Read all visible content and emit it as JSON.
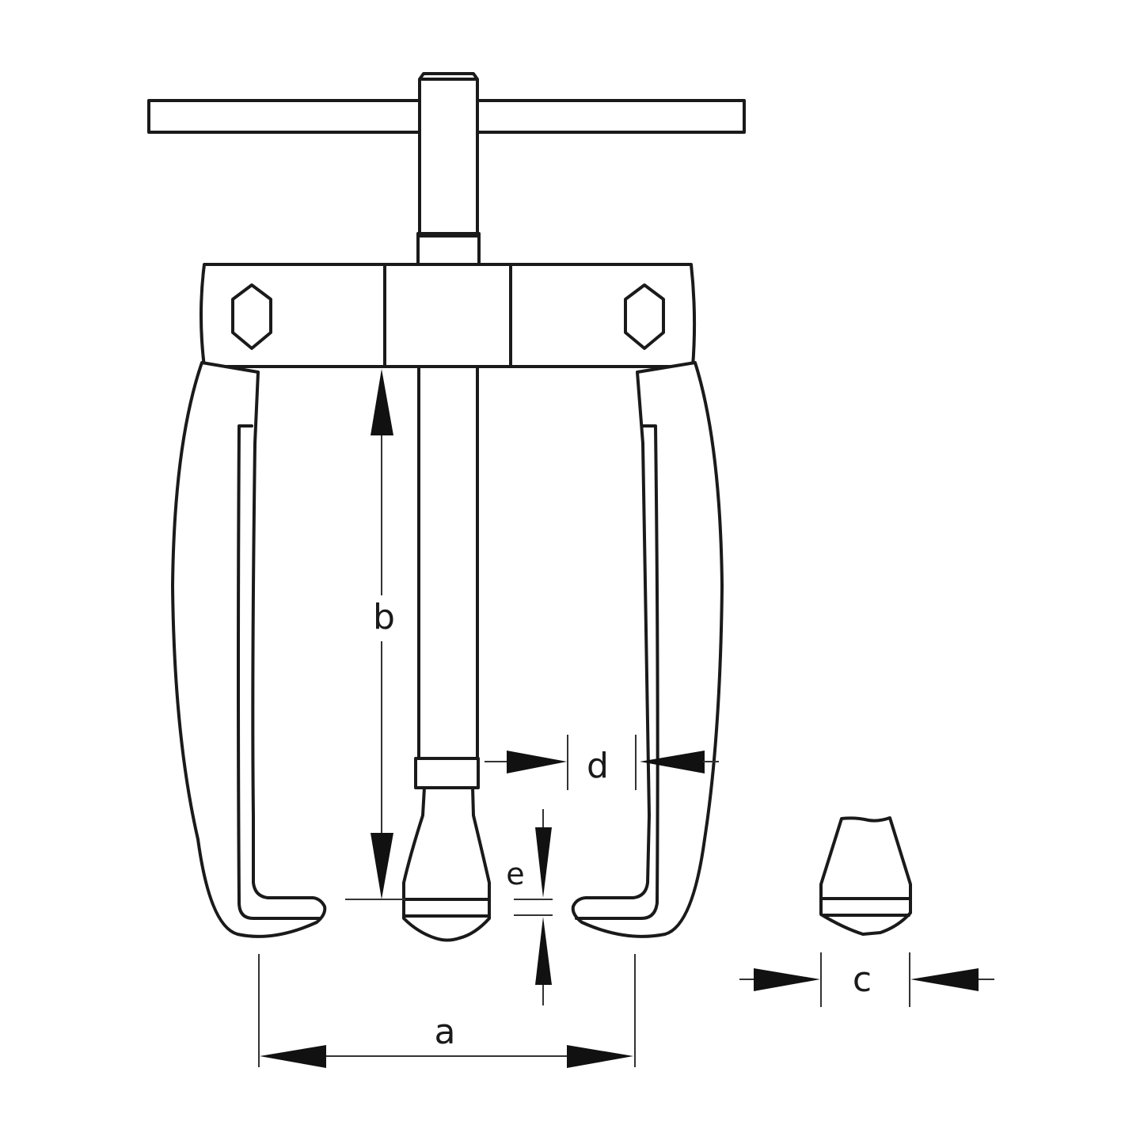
{
  "diagram": {
    "subject": "Two-jaw puller with T-handle spindle",
    "colors": {
      "line": "#1a1a1a",
      "background": "#ffffff"
    },
    "dimensions": {
      "a": "a",
      "b": "b",
      "c": "c",
      "d": "d",
      "e": "e"
    }
  }
}
